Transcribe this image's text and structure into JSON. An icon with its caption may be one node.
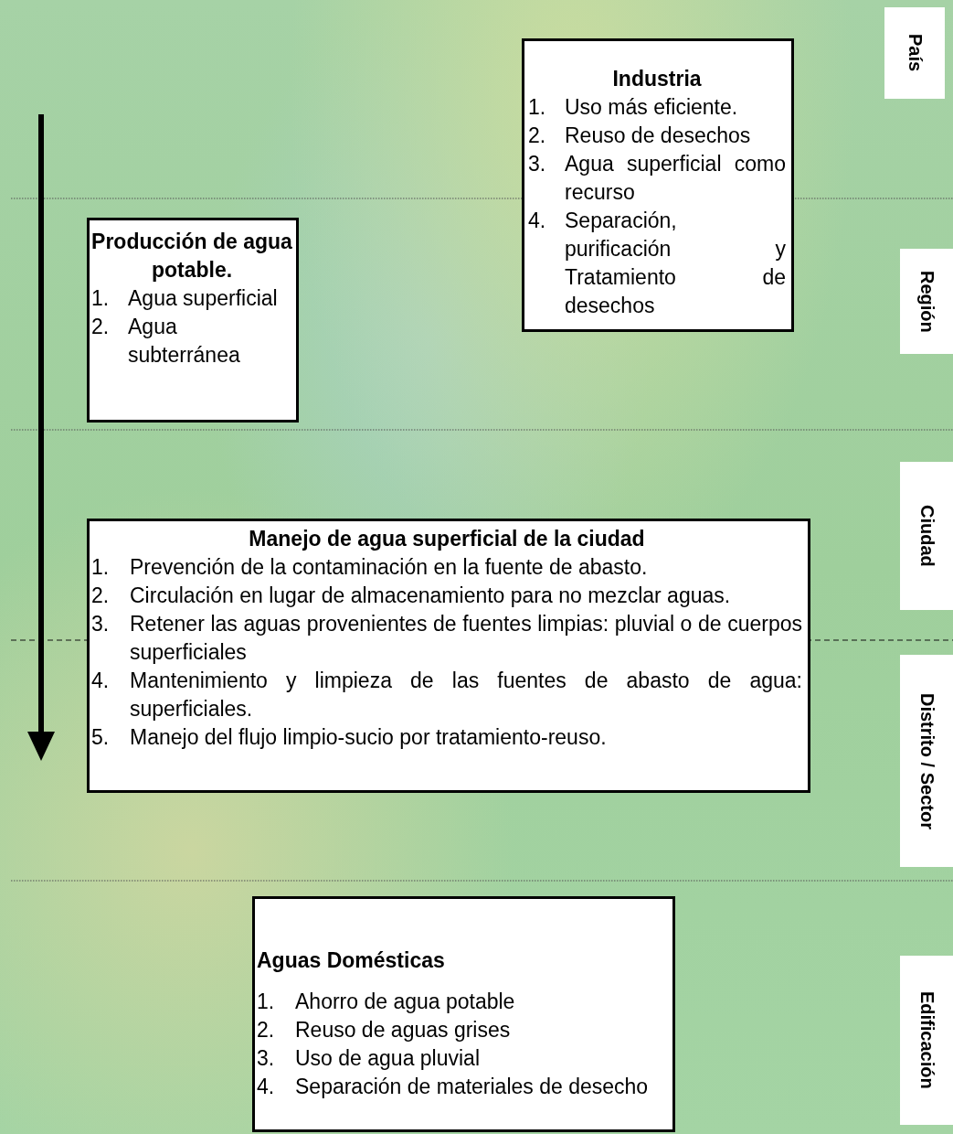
{
  "diagram": {
    "nodes": [
      {
        "text": [
          "País"
        ]
      },
      {
        "text": [
          "Industria",
          "1. Uso más eficiente.",
          "2. Reuso de desechos",
          "3. Agua superficial como recurso",
          "4. Separación, purificación y Tratamiento de desechos"
        ]
      },
      {
        "text": [
          "Producción de agua potable.",
          "1. Agua superficial",
          "2. Agua subterránea"
        ]
      },
      {
        "text": [
          "Región"
        ]
      },
      {
        "text": [
          "Manejo de agua superficial de la ciudad",
          "1. Prevención de la contaminación en la fuente de abasto.",
          "2. Circulación en lugar de almacenamiento para no mezclar aguas.",
          "3. Retener las aguas provenientes de fuentes limpias: pluvial o de cuerpos superficiales",
          "4. Mantenimiento y limpieza de las fuentes de abasto de agua: superficiales.",
          "5. Manejo del flujo limpio-sucio por tratamiento-reuso."
        ]
      },
      {
        "text": [
          "Ciudad"
        ]
      },
      {
        "text": [
          "Distrito / Sector"
        ]
      },
      {
        "text": [
          "Aguas  Domésticas",
          "1. Ahorro de agua potable",
          "2. Reuso de aguas grises",
          "3. Uso de agua pluvial",
          "4. Separación de materiales de desecho"
        ]
      },
      {
        "text": [
          "Edificación"
        ]
      }
    ]
  }
}
